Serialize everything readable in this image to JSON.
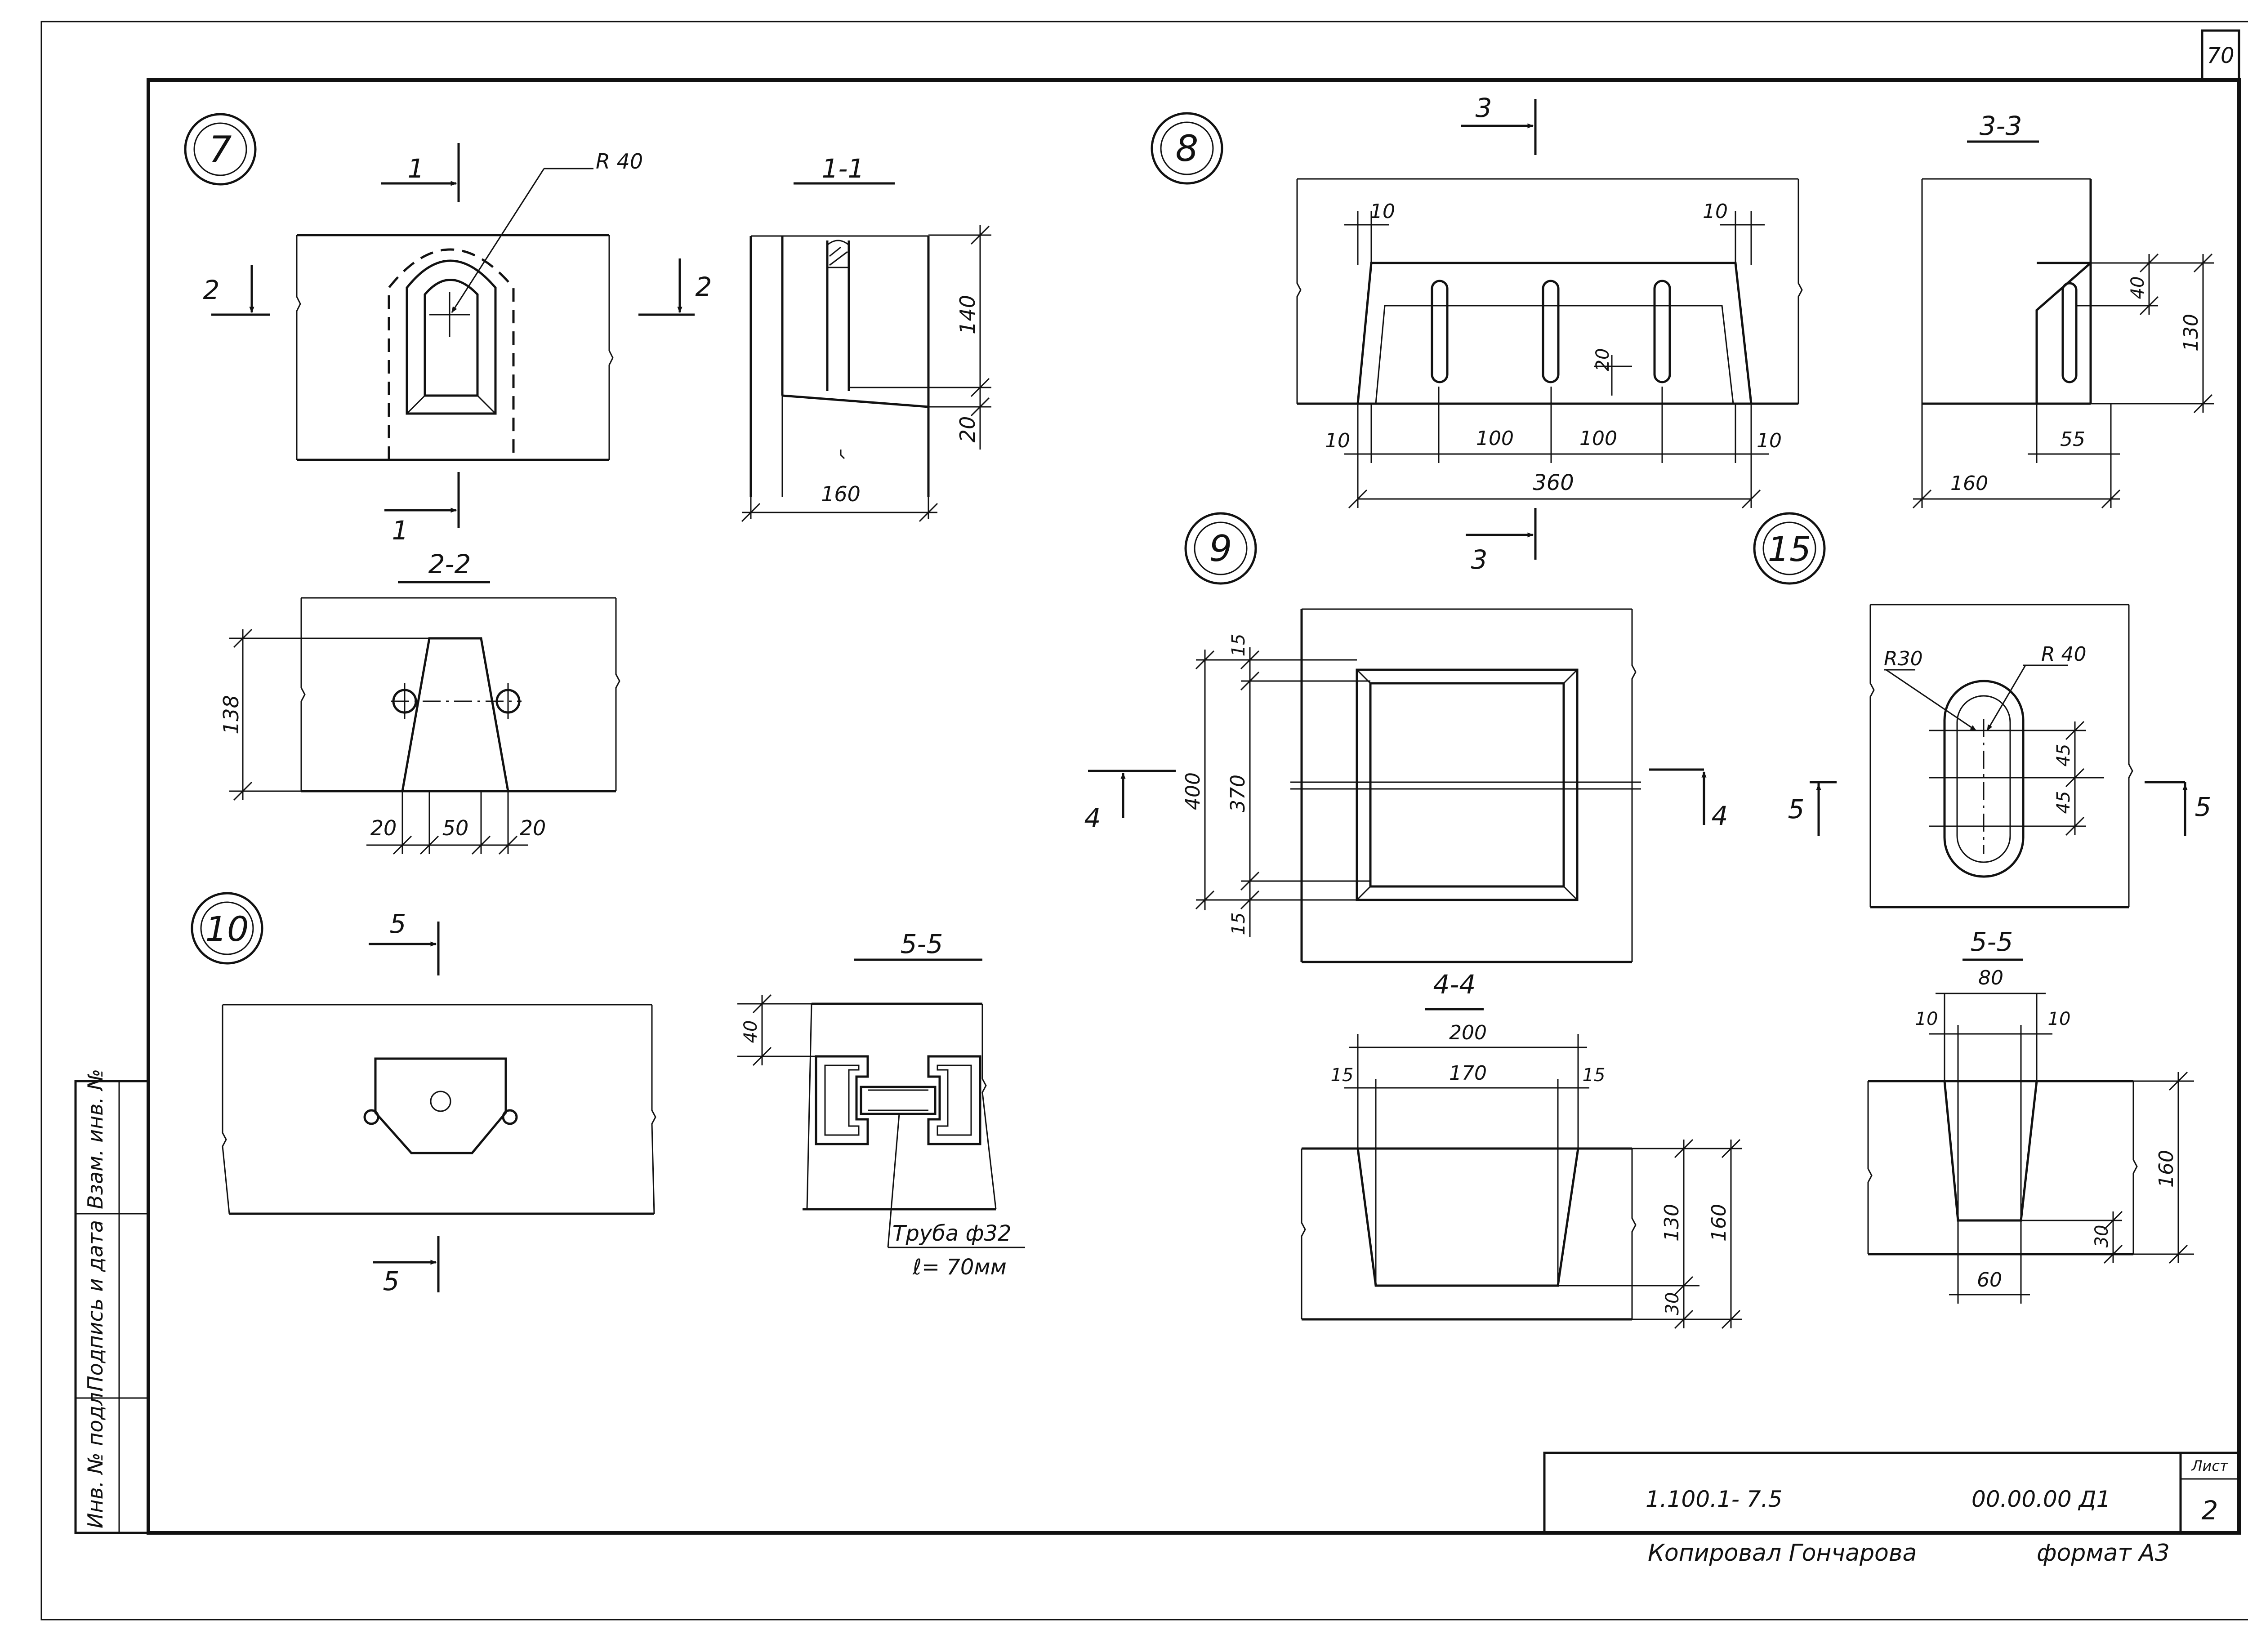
{
  "sheet": {
    "page_number": "70",
    "title_block": {
      "designation": "1.100.1- 7.5",
      "code": "00.00.00 Д1",
      "sheet_label": "Лист",
      "sheet_number": "2"
    },
    "copied_by": "Копировал Гончарова",
    "format": "формат А3",
    "side_stamp": [
      "Инв. № подл.",
      "Подпись и дата",
      "Взам. инв. №"
    ]
  },
  "detail_7": {
    "marker": "7",
    "radius": "R 40",
    "cut_1": "1",
    "cut_2": "2",
    "section_1_1": {
      "title": "1-1",
      "dims": [
        "140",
        "20",
        "160"
      ]
    },
    "section_2_2": {
      "title": "2-2",
      "dims": [
        "138",
        "20",
        "50",
        "20"
      ]
    }
  },
  "detail_8": {
    "marker": "8",
    "cut_3": "3",
    "dims": [
      "10",
      "10",
      "20",
      "10",
      "100",
      "100",
      "10",
      "360"
    ],
    "section_3_3": {
      "title": "3-3",
      "dims": [
        "40",
        "130",
        "55",
        "160"
      ]
    }
  },
  "detail_9": {
    "marker": "9",
    "cut_4": "4",
    "dims": [
      "15",
      "400",
      "370",
      "15"
    ],
    "section_4_4": {
      "title": "4-4",
      "dims": [
        "200",
        "15",
        "170",
        "15",
        "130",
        "160",
        "30"
      ]
    }
  },
  "detail_10": {
    "marker": "10",
    "cut_5": "5",
    "section_5_5": {
      "title": "5-5",
      "dims": [
        "40"
      ],
      "note_1": "Труба ф32",
      "note_2": "ℓ= 70мм"
    }
  },
  "detail_15": {
    "marker": "15",
    "radius_1": "R30",
    "radius_2": "R 40",
    "cut_5": "5",
    "dims": [
      "45",
      "45"
    ],
    "section_5_5": {
      "title": "5-5",
      "dims": [
        "80",
        "10",
        "10",
        "160",
        "30",
        "60"
      ]
    }
  }
}
